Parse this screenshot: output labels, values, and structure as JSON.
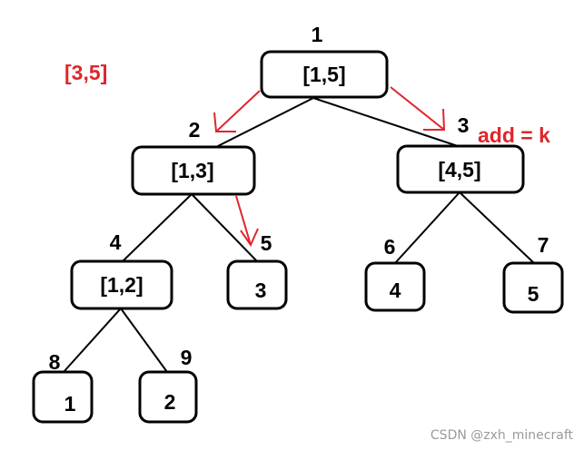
{
  "query_label": "[3,5]",
  "update_label": "add = k",
  "watermark": "CSDN @zxh_minecraft",
  "colors": {
    "annotation": "#e0252c",
    "node_border": "#000000",
    "edge": "#000000",
    "watermark": "#9a9a9a"
  },
  "nodes": [
    {
      "index": "1",
      "label": "[1,5]"
    },
    {
      "index": "2",
      "label": "[1,3]"
    },
    {
      "index": "3",
      "label": "[4,5]"
    },
    {
      "index": "4",
      "label": "[1,2]"
    },
    {
      "index": "5",
      "label": "3"
    },
    {
      "index": "6",
      "label": "4"
    },
    {
      "index": "7",
      "label": "5"
    },
    {
      "index": "8",
      "label": "1"
    },
    {
      "index": "9",
      "label": "2"
    }
  ],
  "edges": [
    [
      "1",
      "2"
    ],
    [
      "1",
      "3"
    ],
    [
      "2",
      "4"
    ],
    [
      "2",
      "5"
    ],
    [
      "3",
      "6"
    ],
    [
      "3",
      "7"
    ],
    [
      "4",
      "8"
    ],
    [
      "4",
      "9"
    ]
  ],
  "highlighted_edges": [
    [
      "1",
      "2"
    ],
    [
      "1",
      "3"
    ],
    [
      "2",
      "5"
    ]
  ]
}
